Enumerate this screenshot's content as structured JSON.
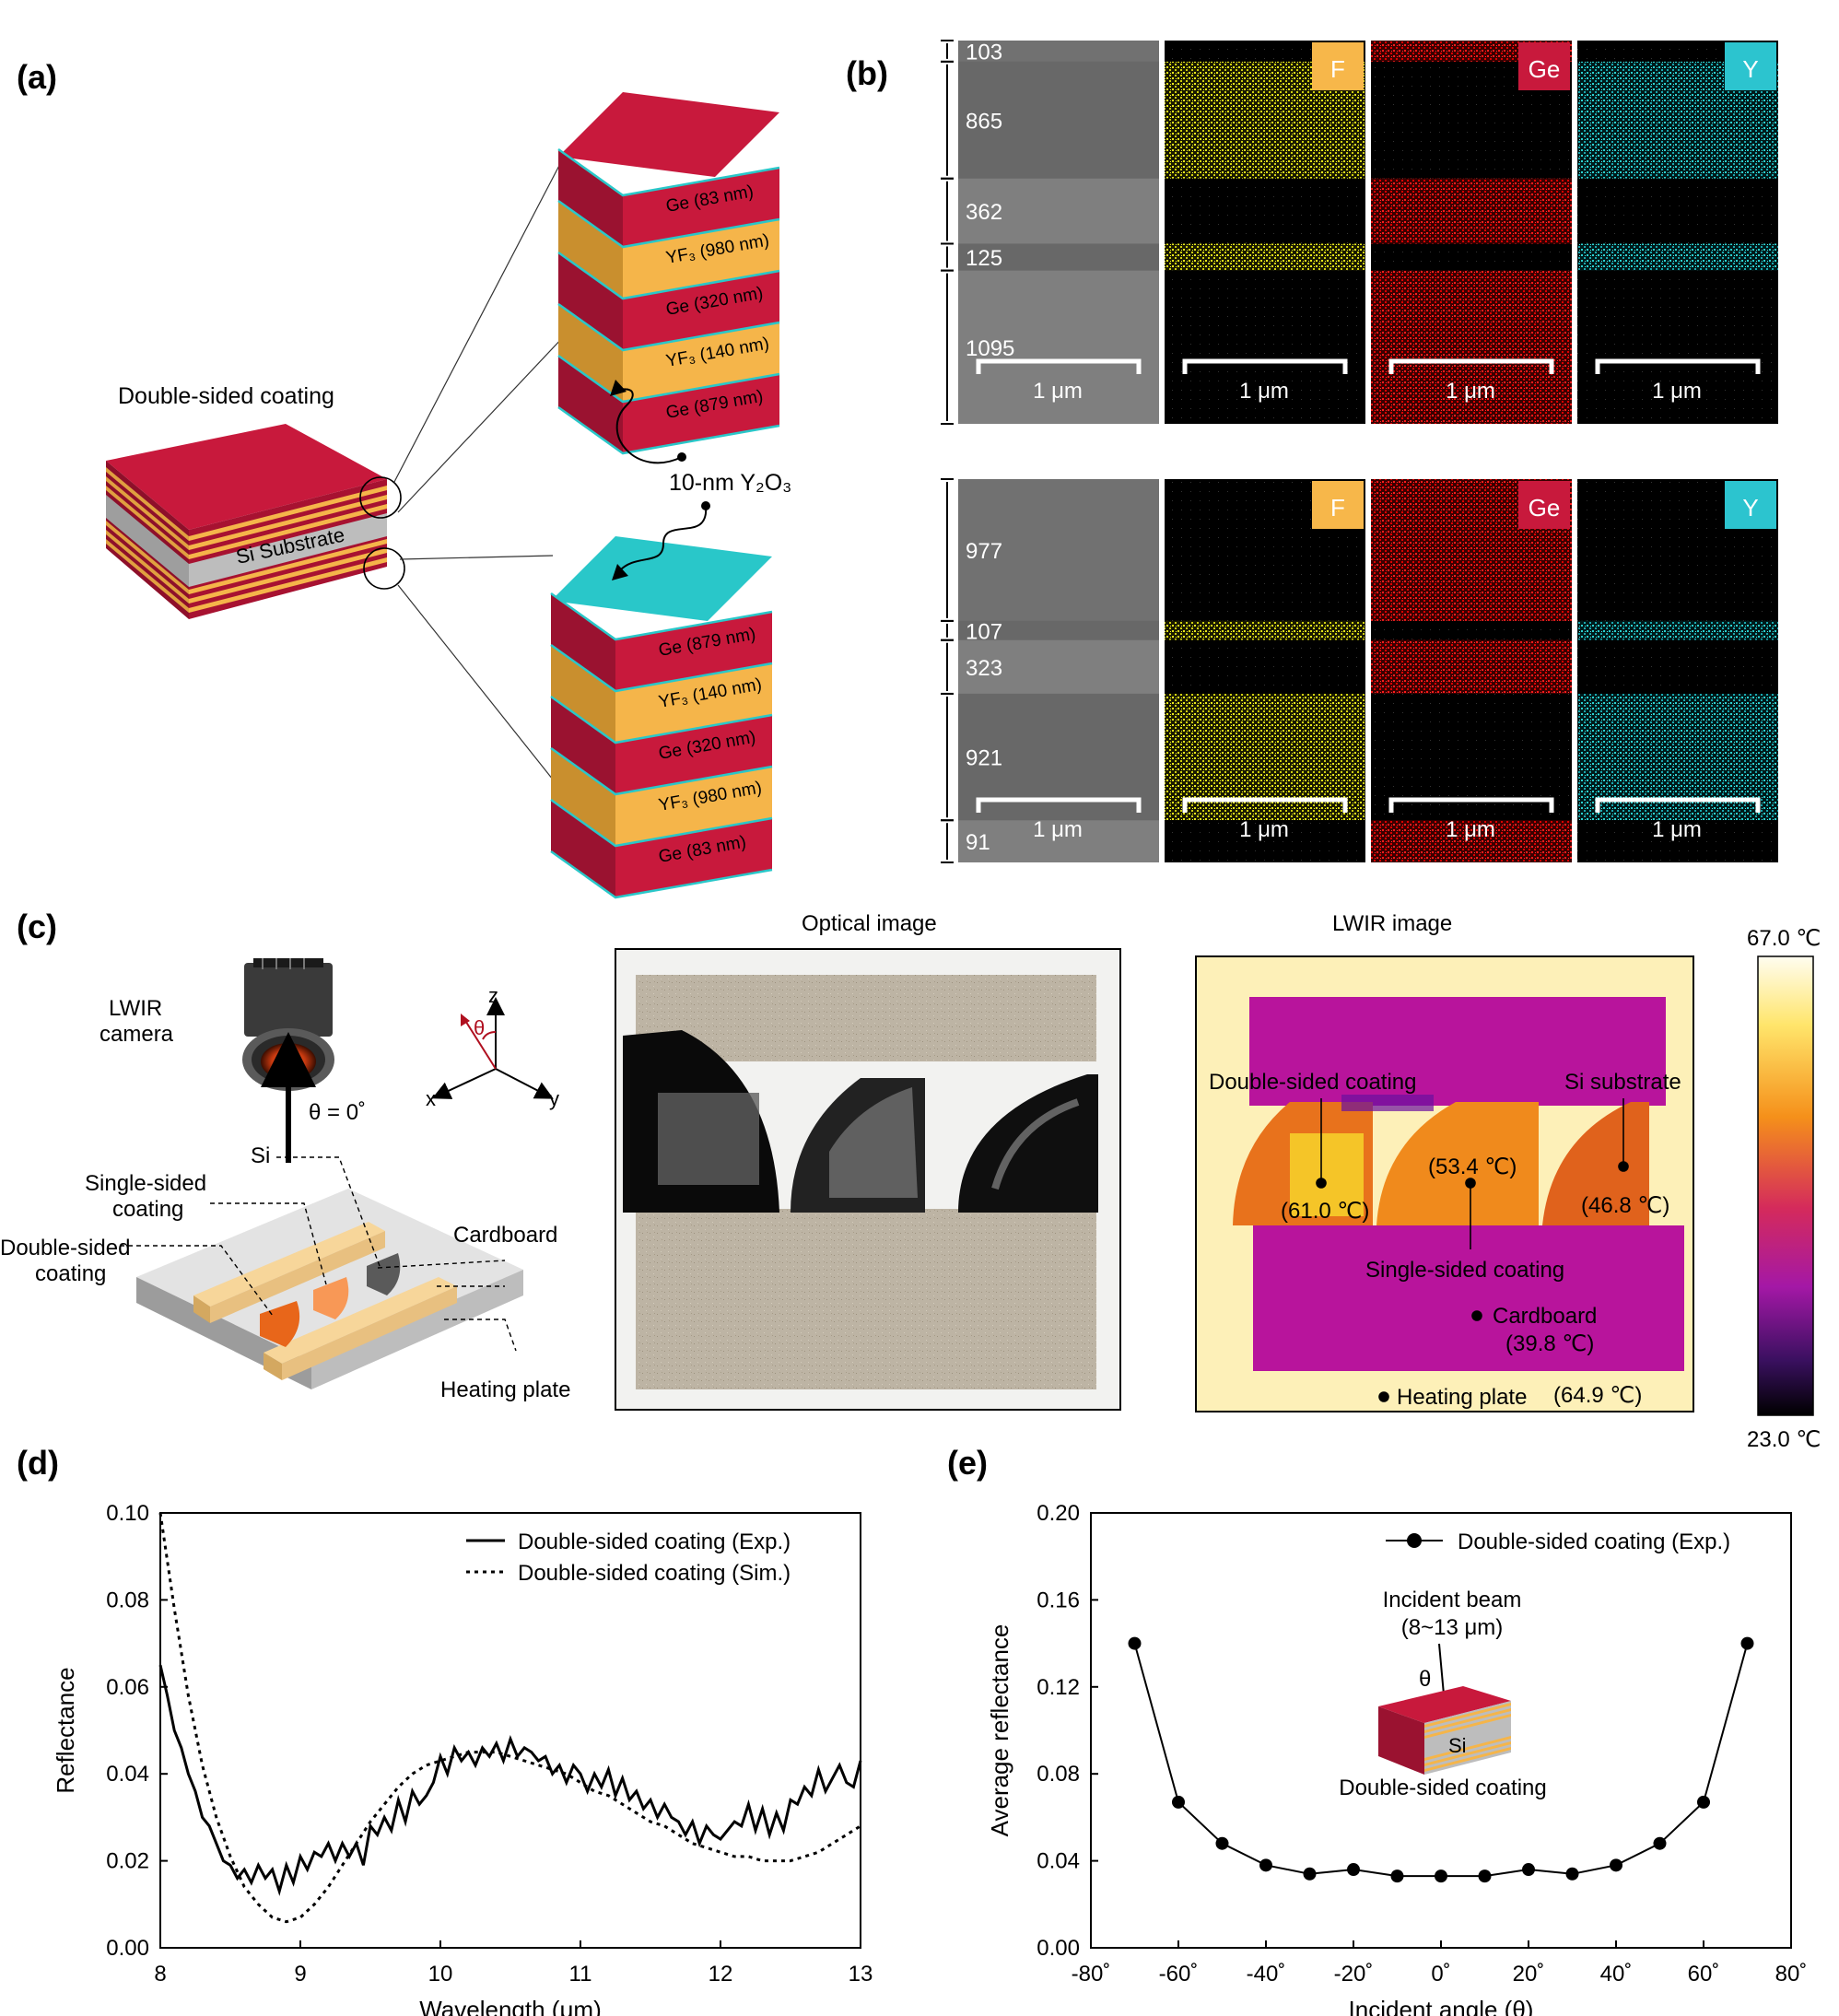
{
  "panels": {
    "a": "(a)",
    "b": "(b)",
    "c": "(c)",
    "d": "(d)",
    "e": "(e)"
  },
  "panel_a": {
    "substrate_label": "Si Substrate",
    "coating_label": "Double-sided coating",
    "interlayer_label": "10-nm Y₂O₃",
    "top_stack": [
      "Ge (83 nm)",
      "YF₃ (980 nm)",
      "Ge (320 nm)",
      "YF₃ (140 nm)",
      "Ge (879 nm)"
    ],
    "bottom_stack": [
      "Ge (879 nm)",
      "YF₃ (140 nm)",
      "Ge (320 nm)",
      "YF₃ (980 nm)",
      "Ge (83 nm)"
    ],
    "colors": {
      "ge": "#c8193c",
      "yf3": "#f5b54a",
      "y2o3": "#29c7c9",
      "si": "#bdbdbd"
    }
  },
  "panel_b": {
    "row1_thickness": [
      "103",
      "865",
      "362",
      "125",
      "1095"
    ],
    "row2_thickness": [
      "977",
      "107",
      "323",
      "921",
      "91"
    ],
    "element_tags": [
      "F",
      "Ge",
      "Y"
    ],
    "scale_bar": "1 μm",
    "colors": {
      "F": "#f7b74a",
      "Ge": "#c8193c",
      "Y": "#2cc4cf"
    }
  },
  "panel_c": {
    "camera_label": "LWIR\ncamera",
    "theta_label": "θ = 0˚",
    "si_label": "Si",
    "single_label": "Single-sided\ncoating",
    "double_label": "Double-sided\ncoating",
    "cardboard_label": "Cardboard",
    "heating_label": "Heating plate",
    "axes": {
      "x": "x",
      "y": "y",
      "z": "z",
      "theta": "θ"
    },
    "optical_title": "Optical image",
    "lwir_title": "LWIR image",
    "lwir_labels": {
      "double": "Double-sided coating",
      "si": "Si substrate",
      "double_temp": "(61.0 ℃)",
      "single_temp": "(53.4 ℃)",
      "si_temp": "(46.8 ℃)",
      "single": "Single-sided coating",
      "cardboard": "Cardboard",
      "cardboard_temp": "(39.8 ℃)",
      "heating": "Heating plate",
      "heating_temp": "(64.9 ℃)"
    },
    "colorbar_max": "67.0 ℃",
    "colorbar_min": "23.0 ℃"
  },
  "chart_data": [
    {
      "type": "line",
      "xlabel": "Wavelength (μm)",
      "ylabel": "Reflectance",
      "xlim": [
        8,
        13
      ],
      "ylim": [
        0,
        0.1
      ],
      "xticks": [
        8,
        9,
        10,
        11,
        12,
        13
      ],
      "yticks": [
        "0.00",
        "0.02",
        "0.04",
        "0.06",
        "0.08",
        "0.10"
      ],
      "series": [
        {
          "name": "Double-sided coating (Exp.)",
          "style": "solid",
          "x": [
            8.0,
            8.05,
            8.1,
            8.15,
            8.2,
            8.25,
            8.3,
            8.35,
            8.4,
            8.45,
            8.5,
            8.55,
            8.6,
            8.65,
            8.7,
            8.75,
            8.8,
            8.85,
            8.9,
            8.95,
            9.0,
            9.05,
            9.1,
            9.15,
            9.2,
            9.25,
            9.3,
            9.35,
            9.4,
            9.45,
            9.5,
            9.55,
            9.6,
            9.65,
            9.7,
            9.75,
            9.8,
            9.85,
            9.9,
            9.95,
            10.0,
            10.05,
            10.1,
            10.15,
            10.2,
            10.25,
            10.3,
            10.35,
            10.4,
            10.45,
            10.5,
            10.55,
            10.6,
            10.65,
            10.7,
            10.75,
            10.8,
            10.85,
            10.9,
            10.95,
            11.0,
            11.05,
            11.1,
            11.15,
            11.2,
            11.25,
            11.3,
            11.35,
            11.4,
            11.45,
            11.5,
            11.55,
            11.6,
            11.65,
            11.7,
            11.75,
            11.8,
            11.85,
            11.9,
            11.95,
            12.0,
            12.05,
            12.1,
            12.15,
            12.2,
            12.25,
            12.3,
            12.35,
            12.4,
            12.45,
            12.5,
            12.55,
            12.6,
            12.65,
            12.7,
            12.75,
            12.8,
            12.85,
            12.9,
            12.95,
            13.0
          ],
          "values": [
            0.065,
            0.058,
            0.05,
            0.046,
            0.04,
            0.036,
            0.03,
            0.028,
            0.024,
            0.02,
            0.019,
            0.016,
            0.018,
            0.015,
            0.019,
            0.016,
            0.018,
            0.013,
            0.019,
            0.015,
            0.021,
            0.018,
            0.022,
            0.021,
            0.024,
            0.02,
            0.024,
            0.021,
            0.024,
            0.019,
            0.028,
            0.026,
            0.03,
            0.027,
            0.034,
            0.029,
            0.036,
            0.033,
            0.035,
            0.038,
            0.044,
            0.04,
            0.046,
            0.043,
            0.045,
            0.042,
            0.046,
            0.044,
            0.047,
            0.043,
            0.048,
            0.044,
            0.046,
            0.045,
            0.043,
            0.044,
            0.04,
            0.042,
            0.038,
            0.042,
            0.04,
            0.036,
            0.04,
            0.037,
            0.041,
            0.035,
            0.039,
            0.034,
            0.036,
            0.032,
            0.034,
            0.03,
            0.033,
            0.03,
            0.029,
            0.026,
            0.029,
            0.024,
            0.028,
            0.026,
            0.025,
            0.027,
            0.029,
            0.028,
            0.033,
            0.027,
            0.032,
            0.026,
            0.031,
            0.027,
            0.034,
            0.033,
            0.037,
            0.035,
            0.041,
            0.036,
            0.039,
            0.042,
            0.038,
            0.037,
            0.043
          ]
        },
        {
          "name": "Double-sided coating (Sim.)",
          "style": "dotted",
          "x": [
            8.0,
            8.1,
            8.2,
            8.3,
            8.4,
            8.5,
            8.6,
            8.7,
            8.8,
            8.9,
            9.0,
            9.1,
            9.2,
            9.3,
            9.4,
            9.5,
            9.6,
            9.7,
            9.8,
            9.9,
            10.0,
            10.1,
            10.2,
            10.3,
            10.4,
            10.5,
            10.6,
            10.7,
            10.8,
            10.9,
            11.0,
            11.1,
            11.2,
            11.3,
            11.4,
            11.5,
            11.6,
            11.7,
            11.8,
            11.9,
            12.0,
            12.1,
            12.2,
            12.3,
            12.4,
            12.5,
            12.6,
            12.7,
            12.8,
            12.9,
            13.0
          ],
          "values": [
            0.1,
            0.078,
            0.058,
            0.042,
            0.03,
            0.021,
            0.014,
            0.01,
            0.007,
            0.006,
            0.007,
            0.01,
            0.014,
            0.019,
            0.024,
            0.029,
            0.033,
            0.037,
            0.04,
            0.042,
            0.043,
            0.044,
            0.045,
            0.045,
            0.045,
            0.044,
            0.043,
            0.042,
            0.041,
            0.04,
            0.038,
            0.036,
            0.035,
            0.033,
            0.031,
            0.029,
            0.028,
            0.026,
            0.024,
            0.023,
            0.022,
            0.021,
            0.021,
            0.02,
            0.02,
            0.02,
            0.021,
            0.022,
            0.024,
            0.026,
            0.028
          ]
        }
      ]
    },
    {
      "type": "line",
      "xlabel": "Incident angle (θ)",
      "ylabel": "Average reflectance",
      "xlim": [
        -80,
        80
      ],
      "ylim": [
        0,
        0.2
      ],
      "xticks": [
        "-80˚",
        "-60˚",
        "-40˚",
        "-20˚",
        "0˚",
        "20˚",
        "40˚",
        "60˚",
        "80˚"
      ],
      "yticks": [
        "0.00",
        "0.04",
        "0.08",
        "0.12",
        "0.16",
        "0.20"
      ],
      "series": [
        {
          "name": "Double-sided coating (Exp.)",
          "x": [
            -70,
            -60,
            -50,
            -40,
            -30,
            -20,
            -10,
            0,
            10,
            20,
            30,
            40,
            50,
            60,
            70
          ],
          "values": [
            0.14,
            0.067,
            0.048,
            0.038,
            0.034,
            0.036,
            0.033,
            0.033,
            0.033,
            0.036,
            0.034,
            0.038,
            0.048,
            0.067,
            0.14
          ]
        }
      ],
      "inset": {
        "beam": "Incident beam",
        "range": "(8~13 μm)",
        "theta": "θ",
        "si": "Si",
        "caption": "Double-sided coating"
      }
    }
  ]
}
